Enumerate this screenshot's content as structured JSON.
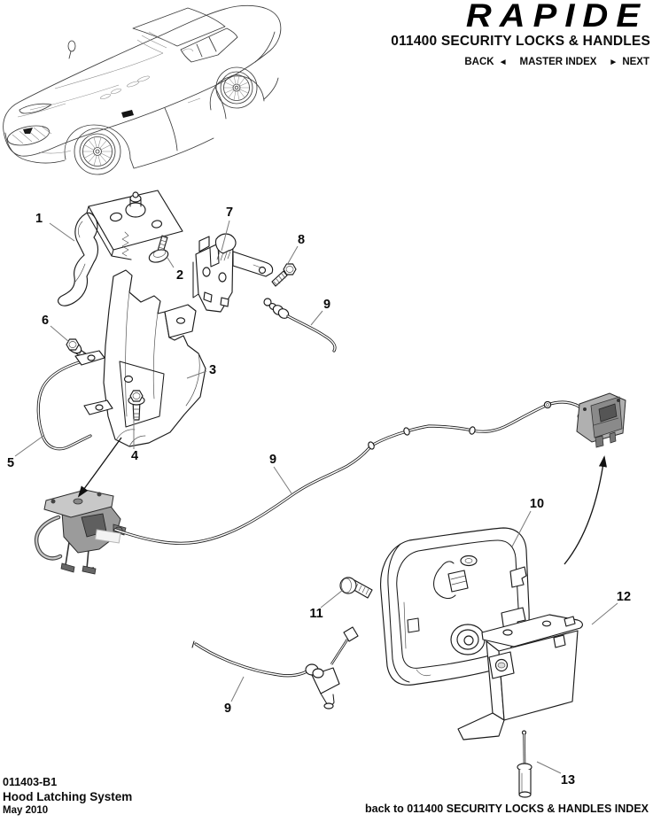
{
  "header": {
    "logo": "RAPIDE",
    "title": "011400 SECURITY LOCKS & HANDLES",
    "nav": {
      "back_label": "BACK",
      "back_arrow": "◄",
      "master_index_label": "MASTER INDEX",
      "next_arrow": "►",
      "next_label": "NEXT"
    }
  },
  "diagram": {
    "callouts": [
      {
        "label": "1"
      },
      {
        "label": "2"
      },
      {
        "label": "7"
      },
      {
        "label": "8"
      },
      {
        "label": "9"
      },
      {
        "label": "6"
      },
      {
        "label": "3"
      },
      {
        "label": "5"
      },
      {
        "label": "4"
      },
      {
        "label": "9"
      },
      {
        "label": "10"
      },
      {
        "label": "11"
      },
      {
        "label": "12"
      },
      {
        "label": "9"
      },
      {
        "label": "13"
      }
    ],
    "colors": {
      "ink": "#1b1b1b",
      "shaded_part": "#9b9b9b"
    }
  },
  "footer": {
    "doc_number": "011403-B1",
    "doc_title": "Hood Latching System",
    "date": "May 2010",
    "back_link": "back to 011400 SECURITY LOCKS & HANDLES INDEX"
  }
}
